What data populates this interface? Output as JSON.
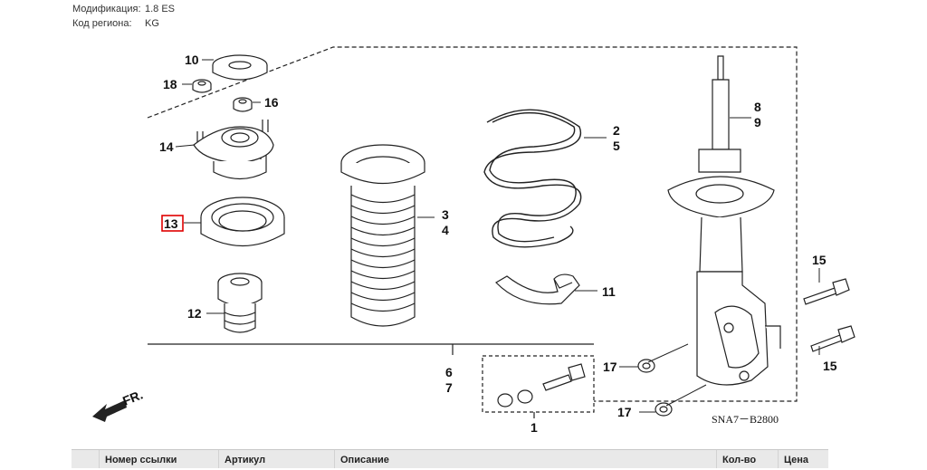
{
  "info": {
    "modification_label": "Модификация:",
    "modification_value": "1.8 ES",
    "region_label": "Код региона:",
    "region_value": "KG"
  },
  "diagram": {
    "callouts": {
      "c10": "10",
      "c18": "18",
      "c16": "16",
      "c14": "14",
      "c13": "13",
      "c12": "12",
      "c3": "3",
      "c4": "4",
      "c2": "2",
      "c5": "5",
      "c11": "11",
      "c8": "8",
      "c9": "9",
      "c15a": "15",
      "c15b": "15",
      "c6": "6",
      "c7": "7",
      "c1": "1",
      "c17a": "17",
      "c17b": "17"
    },
    "front_label": "FR.",
    "diagram_code": "SNA7－B2800",
    "highlighted_callout": "13",
    "highlight_color": "#e00000"
  },
  "table": {
    "col_ref": "Номер ссылки",
    "col_article": "Артикул",
    "col_desc": "Описание",
    "col_qty": "Кол-во",
    "col_price": "Цена"
  }
}
